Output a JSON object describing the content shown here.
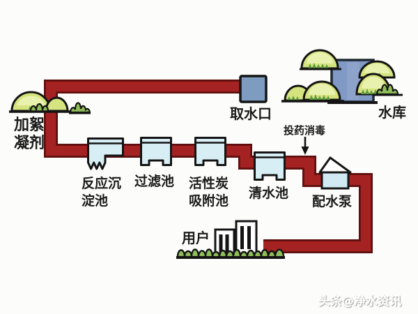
{
  "labels": {
    "flocculant_line1": "加絮",
    "flocculant_line2": "凝剂",
    "intake": "取水口",
    "reservoir": "水库",
    "dosing": "投药消毒",
    "sedimentation_line1": "反应沉",
    "sedimentation_line2": "淀池",
    "filter": "过滤池",
    "carbon_line1": "活性炭",
    "carbon_line2": "吸附池",
    "clear_water": "清水池",
    "pump": "配水泵",
    "users": "用户"
  },
  "watermark": "头条@净水资讯",
  "colors": {
    "pipe": "#a42222",
    "pipe_border": "#5e0e0e",
    "tank_fill": "#d8eef5",
    "intake_blue": "#7e9cc0",
    "reservoir_blue": "#8099c5",
    "hill_fill": "#d5e47e",
    "hill_highlight": "#e9f1ae",
    "grass_fill": "#8fbd58",
    "grass_dark": "#5e9a40",
    "outline": "#141414",
    "background": "#fcfcfa",
    "watermark_color": "#ffffff"
  }
}
